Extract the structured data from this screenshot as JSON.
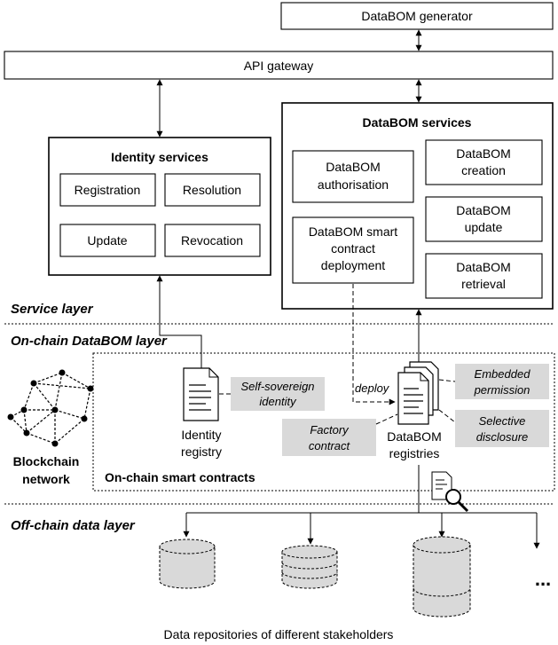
{
  "top": {
    "generator": "DataBOM generator",
    "gateway": "API gateway"
  },
  "identity_services": {
    "title": "Identity services",
    "registration": "Registration",
    "resolution": "Resolution",
    "update": "Update",
    "revocation": "Revocation"
  },
  "databom_services": {
    "title": "DataBOM services",
    "authorisation": [
      "DataBOM",
      "authorisation"
    ],
    "deployment": [
      "DataBOM smart",
      "contract",
      "deployment"
    ],
    "creation": [
      "DataBOM",
      "creation"
    ],
    "update": [
      "DataBOM",
      "update"
    ],
    "retrieval": [
      "DataBOM",
      "retrieval"
    ]
  },
  "layers": {
    "service": "Service layer",
    "onchain": "On-chain DataBOM layer",
    "offchain": "Off-chain data layer"
  },
  "onchain": {
    "blockchain": [
      "Blockchain",
      "network"
    ],
    "contracts_label": "On-chain smart contracts",
    "identity_registry": [
      "Identity",
      "registry"
    ],
    "databom_registries": [
      "DataBOM",
      "registries"
    ],
    "self_sovereign": [
      "Self-sovereign",
      "identity"
    ],
    "deploy": "deploy",
    "factory": [
      "Factory",
      "contract"
    ],
    "embedded": [
      "Embedded",
      "permission"
    ],
    "selective": [
      "Selective",
      "disclosure"
    ]
  },
  "offchain": {
    "ellipsis": "...",
    "caption": "Data repositories of different stakeholders"
  }
}
